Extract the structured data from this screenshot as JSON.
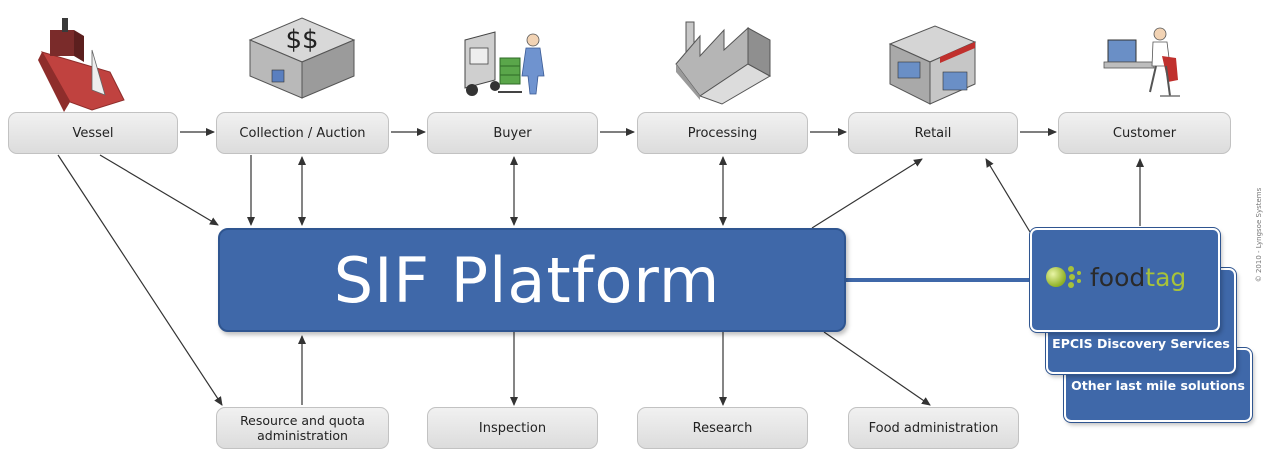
{
  "colors": {
    "platform_fill": "#3f68a9",
    "node_fill": "#e4e4e4",
    "foodtag_green": "#a7c23a",
    "foodtag_dark": "#2a2a2a",
    "connector": "#333333"
  },
  "flow_nodes": [
    {
      "id": "vessel",
      "label": "Vessel",
      "icon": "ship-icon"
    },
    {
      "id": "collection",
      "label": "Collection / Auction",
      "icon": "auction-house-icon"
    },
    {
      "id": "buyer",
      "label": "Buyer",
      "icon": "forklift-buyer-icon"
    },
    {
      "id": "processing",
      "label": "Processing",
      "icon": "factory-icon"
    },
    {
      "id": "retail",
      "label": "Retail",
      "icon": "store-icon"
    },
    {
      "id": "customer",
      "label": "Customer",
      "icon": "computer-user-icon"
    }
  ],
  "bottom_nodes": [
    {
      "id": "resource",
      "label": "Resource and quota administration"
    },
    {
      "id": "inspection",
      "label": "Inspection"
    },
    {
      "id": "research",
      "label": "Research"
    },
    {
      "id": "foodadmin",
      "label": "Food administration"
    }
  ],
  "platform": {
    "label": "SIF Platform"
  },
  "foodtag": {
    "word_part1": "food",
    "word_part2": "tag"
  },
  "cards": {
    "epcis": "EPCIS Discovery Services",
    "lastmile": "Other last mile solutions"
  },
  "copyright": "© 2010 - Lyngsoe Systems"
}
